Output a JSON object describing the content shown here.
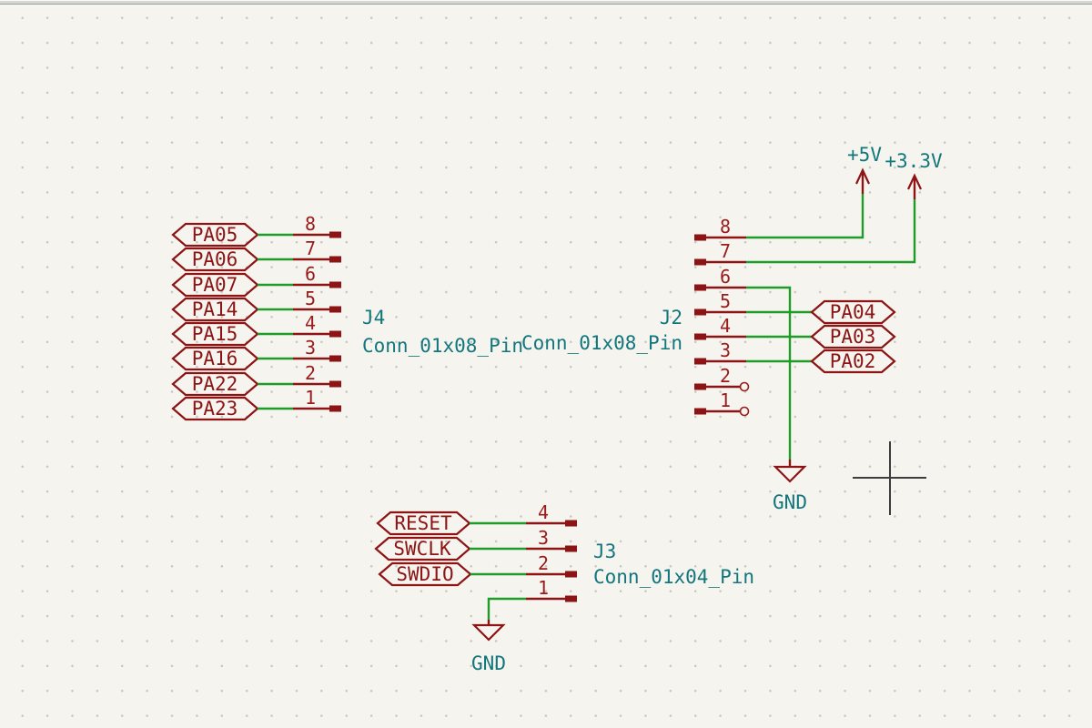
{
  "colors": {
    "background": "#f5f4ef",
    "grid_dot": "#c8c6c0",
    "wire_green": "#1f9b28",
    "symbol_maroon": "#8c1414",
    "pin_number_red": "#9b1a1a",
    "field_teal": "#12767c",
    "cursor_gray": "#3d3d3d"
  },
  "j4": {
    "reference": "J4",
    "value": "Conn_01x08_Pin",
    "pin_numbers": [
      "8",
      "7",
      "6",
      "5",
      "4",
      "3",
      "2",
      "1"
    ],
    "labels": [
      "PA05",
      "PA06",
      "PA07",
      "PA14",
      "PA15",
      "PA16",
      "PA22",
      "PA23"
    ]
  },
  "j2": {
    "reference": "J2",
    "value": "Conn_01x08_Pin",
    "pin_numbers": [
      "8",
      "7",
      "6",
      "5",
      "4",
      "3",
      "2",
      "1"
    ],
    "labels": [
      "PA04",
      "PA03",
      "PA02"
    ]
  },
  "j3": {
    "reference": "J3",
    "value": "Conn_01x04_Pin",
    "pin_numbers": [
      "4",
      "3",
      "2",
      "1"
    ],
    "labels": [
      "RESET",
      "SWCLK",
      "SWDIO"
    ]
  },
  "power": {
    "plus5v": "+5V",
    "plus3v3": "+3.3V",
    "gnd_right": "GND",
    "gnd_bottom": "GND"
  }
}
